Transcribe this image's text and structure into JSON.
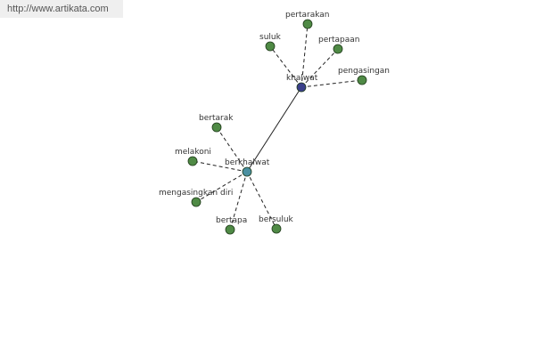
{
  "watermark": "http://www.artikata.com",
  "colors": {
    "leaf": "#4f8a45",
    "hub_main": "#3a3f8a",
    "hub_sub": "#4a8fa0",
    "edge": "#222222"
  },
  "nodes": [
    {
      "id": "khalwat",
      "label": "khalwat",
      "kind": "hub_main"
    },
    {
      "id": "berkhalwat",
      "label": "berkhalwat",
      "kind": "hub_sub"
    },
    {
      "id": "pertarakan",
      "label": "pertarakan",
      "kind": "leaf"
    },
    {
      "id": "suluk",
      "label": "suluk",
      "kind": "leaf"
    },
    {
      "id": "pertapaan",
      "label": "pertapaan",
      "kind": "leaf"
    },
    {
      "id": "pengasingan",
      "label": "pengasingan",
      "kind": "leaf"
    },
    {
      "id": "bertarak",
      "label": "bertarak",
      "kind": "leaf"
    },
    {
      "id": "melakoni",
      "label": "melakoni",
      "kind": "leaf"
    },
    {
      "id": "mengasingkan_diri",
      "label": "mengasingkan diri",
      "kind": "leaf"
    },
    {
      "id": "bertapa",
      "label": "bertapa",
      "kind": "leaf"
    },
    {
      "id": "bersuluk",
      "label": "bersuluk",
      "kind": "leaf"
    }
  ],
  "edges": [
    {
      "from": "khalwat",
      "to": "berkhalwat",
      "style": "solid"
    },
    {
      "from": "khalwat",
      "to": "pertarakan",
      "style": "dashed"
    },
    {
      "from": "khalwat",
      "to": "suluk",
      "style": "dashed"
    },
    {
      "from": "khalwat",
      "to": "pertapaan",
      "style": "dashed"
    },
    {
      "from": "khalwat",
      "to": "pengasingan",
      "style": "dashed"
    },
    {
      "from": "berkhalwat",
      "to": "bertarak",
      "style": "dashed"
    },
    {
      "from": "berkhalwat",
      "to": "melakoni",
      "style": "dashed"
    },
    {
      "from": "berkhalwat",
      "to": "mengasingkan_diri",
      "style": "dashed"
    },
    {
      "from": "berkhalwat",
      "to": "bertapa",
      "style": "dashed"
    },
    {
      "from": "berkhalwat",
      "to": "bersuluk",
      "style": "dashed"
    }
  ]
}
